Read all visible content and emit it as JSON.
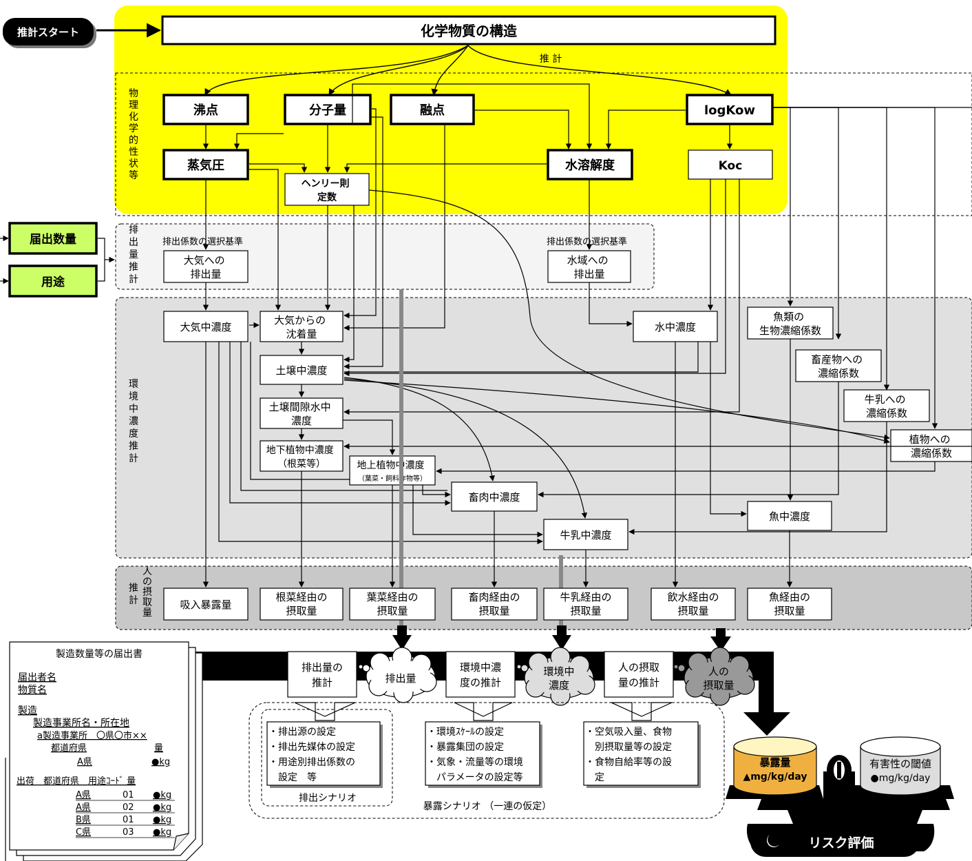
{
  "start_label": "推計スタート",
  "structure": "化学物質の構造",
  "estimate_label": "推 計",
  "sections": {
    "physchem": "物理化学的性状等",
    "emission": "排出量推計",
    "env": "環境中濃度推計",
    "human_a": "人の摂取量",
    "human_b": "推計"
  },
  "props": {
    "boiling": "沸点",
    "mw": "分子量",
    "melting": "融点",
    "logkow": "logKow",
    "vp": "蒸気圧",
    "henry": [
      "ヘンリー則",
      "定数"
    ],
    "solubility": "水溶解度",
    "koc": "Koc"
  },
  "inputs": {
    "reported": "届出数量",
    "use": "用途"
  },
  "emission": {
    "criteria_air": "排出係数の選択基準",
    "criteria_water": "排出係数の選択基準",
    "air": [
      "大気への",
      "排出量"
    ],
    "water": [
      "水域への",
      "排出量"
    ]
  },
  "concentration": {
    "air_conc": "大気中濃度",
    "deposition": [
      "大気からの",
      "沈着量"
    ],
    "soil": "土壌中濃度",
    "pore": [
      "土壌間隙水中",
      "濃度"
    ],
    "below_plant": [
      "地下植物中濃度",
      "（根菜等）"
    ],
    "above_plant": [
      "地上植物中濃度",
      "（葉菜・飼料作物等）"
    ],
    "meat": "畜肉中濃度",
    "milk": "牛乳中濃度",
    "water_conc": "水中濃度",
    "fish_conc": "魚中濃度",
    "fish_bcf": [
      "魚類の",
      "生物濃縮係数"
    ],
    "livestock": [
      "畜産物への",
      "濃縮係数"
    ],
    "milk_cf": [
      "牛乳への",
      "濃縮係数"
    ],
    "plant_cf": [
      "植物への",
      "濃縮係数"
    ]
  },
  "intake": {
    "inhal": "吸入暴露量",
    "root": [
      "根菜経由の",
      "摂取量"
    ],
    "leaf": [
      "葉菜経由の",
      "摂取量"
    ],
    "meat": [
      "畜肉経由の",
      "摂取量"
    ],
    "milk": [
      "牛乳経由の",
      "摂取量"
    ],
    "drink": [
      "飲水経由の",
      "摂取量"
    ],
    "fish": [
      "魚経由の",
      "摂取量"
    ]
  },
  "process": {
    "emission_est": [
      "排出量の",
      "推計"
    ],
    "emission_cloud": "排出量",
    "env_est": [
      "環境中濃",
      "度の推計"
    ],
    "env_cloud": [
      "環境中",
      "濃度"
    ],
    "human_est": [
      "人の摂取",
      "量の推計"
    ],
    "human_cloud": [
      "人の",
      "摂取量"
    ]
  },
  "scenario": {
    "emission_items": [
      "・排出源の設定",
      "・排出先媒体の設定",
      "・用途別排出係数の",
      "　設定　等"
    ],
    "env_items": [
      "・環境ｽｹｰﾙの設定",
      "・暴露集団の設定",
      "・気象・流量等の環境",
      "　パラメータの設定等"
    ],
    "human_items": [
      "・空気吸入量、食物",
      "　別摂取量等の設定",
      "・食物自給率等の設",
      "　定"
    ],
    "emission_label": "排出シナリオ",
    "exposure_label": "暴露シナリオ （一連の仮定）"
  },
  "document": {
    "title": "製造数量等の届出書",
    "reporter": "届出者名",
    "substance": "物質名",
    "manufacture": "製造",
    "site": "製造事業所名・所在地",
    "site_example": "a製造事業所　〇県〇市××",
    "pref_header": "都道府県",
    "qty_header": "量",
    "pref_a": "A県",
    "kg_mark": "●kg",
    "shipping_header": "出荷　都道府県　用途ｺｰﾄﾞ 量",
    "rows": [
      {
        "pref": "A県",
        "code": "01",
        "qty": "●kg"
      },
      {
        "pref": "A県",
        "code": "02",
        "qty": "●kg"
      },
      {
        "pref": "B県",
        "code": "01",
        "qty": "●kg"
      },
      {
        "pref": "C県",
        "code": "03",
        "qty": "●kg"
      }
    ]
  },
  "risk": {
    "exposure": "暴露量",
    "exposure_value": "▲mg/kg/day",
    "hazard": "有害性の閾値",
    "hazard_value": "●mg/kg/day",
    "label": "リスク評価"
  },
  "colors": {
    "yellow": "#ffff00",
    "green": "#ccff66",
    "gray_light": "#f4f4f4",
    "gray_mid": "#e0e0e0",
    "gray_dark": "#c8c8c8",
    "exposure_fill": "#f0b040"
  }
}
